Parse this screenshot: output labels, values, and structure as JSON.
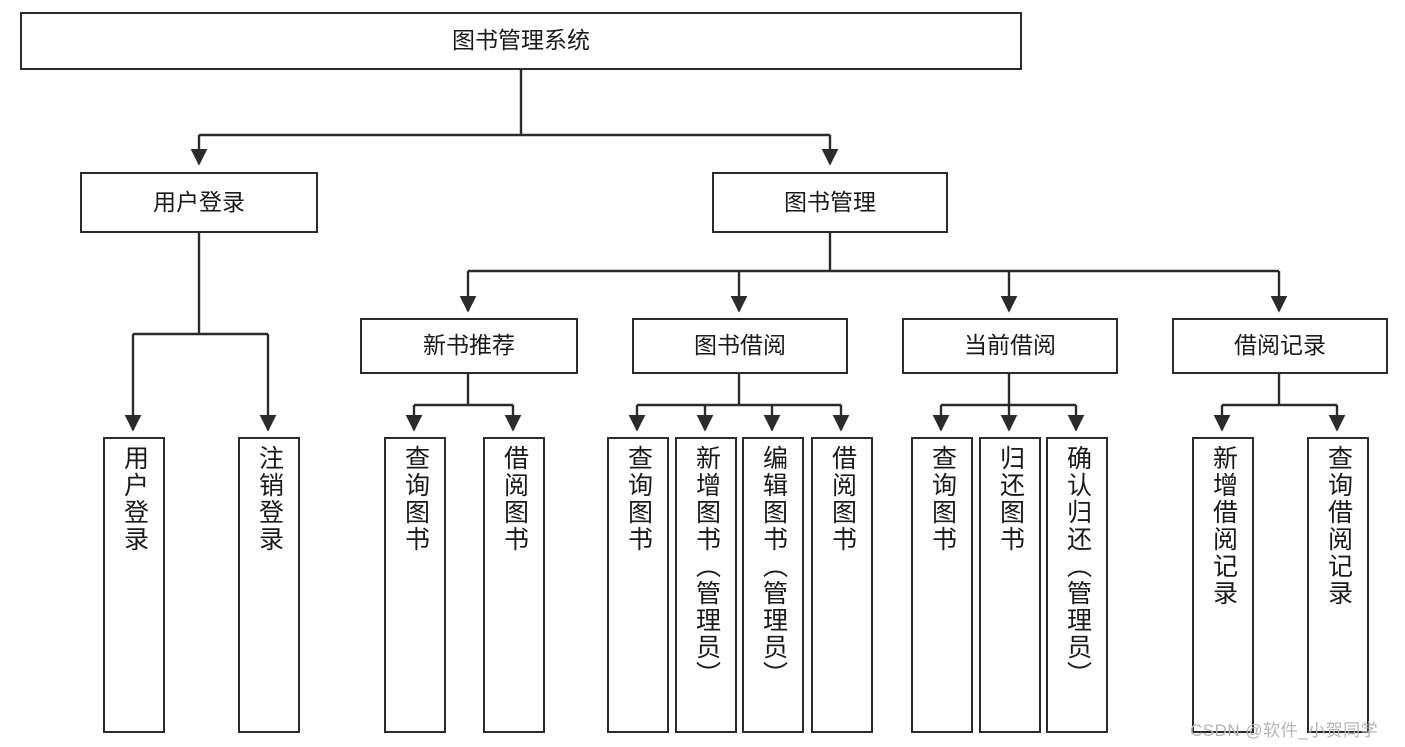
{
  "diagram": {
    "type": "tree-hierarchy-chart",
    "title_node": {
      "label": "图书管理系统"
    },
    "level2": [
      {
        "label": "用户登录"
      },
      {
        "label": "图书管理"
      }
    ],
    "level3": [
      {
        "label": "新书推荐"
      },
      {
        "label": "图书借阅"
      },
      {
        "label": "当前借阅"
      },
      {
        "label": "借阅记录"
      }
    ],
    "leaves": {
      "user_login": [
        {
          "label": "用户登录"
        },
        {
          "label": "注销登录"
        }
      ],
      "new_book_recommend": [
        {
          "label": "查询图书"
        },
        {
          "label": "借阅图书"
        }
      ],
      "book_borrow": [
        {
          "label": "查询图书"
        },
        {
          "label": "新增图书（管理员）"
        },
        {
          "label": "编辑图书（管理员）"
        },
        {
          "label": "借阅图书"
        }
      ],
      "current_borrow": [
        {
          "label": "查询图书"
        },
        {
          "label": "归还图书"
        },
        {
          "label": "确认归还（管理员）"
        }
      ],
      "borrow_record": [
        {
          "label": "新增借阅记录"
        },
        {
          "label": "查询借阅记录"
        }
      ]
    }
  },
  "watermark": {
    "text": "CSDN @软件_小贺同学"
  },
  "colors": {
    "border": "#2b2b2b",
    "background": "#ffffff",
    "text": "#1a1a1a",
    "watermark": "#b4b4b4"
  }
}
